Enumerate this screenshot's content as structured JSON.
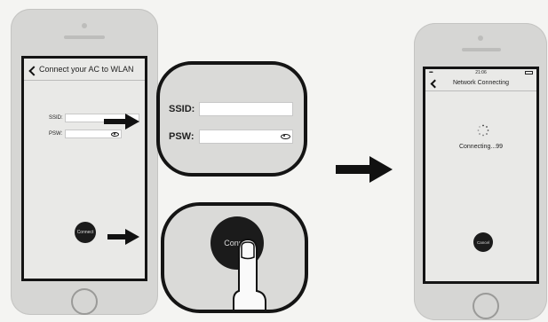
{
  "setup_screen": {
    "title": "Connect your AC to WLAN",
    "ssid_label": "SSID:",
    "psw_label": "PSW:",
    "connect_button": "Connect"
  },
  "zoom_fields": {
    "ssid_label": "SSID:",
    "psw_label": "PSW:"
  },
  "zoom_button": {
    "label": "Conn"
  },
  "connecting_screen": {
    "status_time": "21:06",
    "title": "Network Connecting",
    "status": "Connecting...99",
    "cancel_button": "Cancel"
  }
}
